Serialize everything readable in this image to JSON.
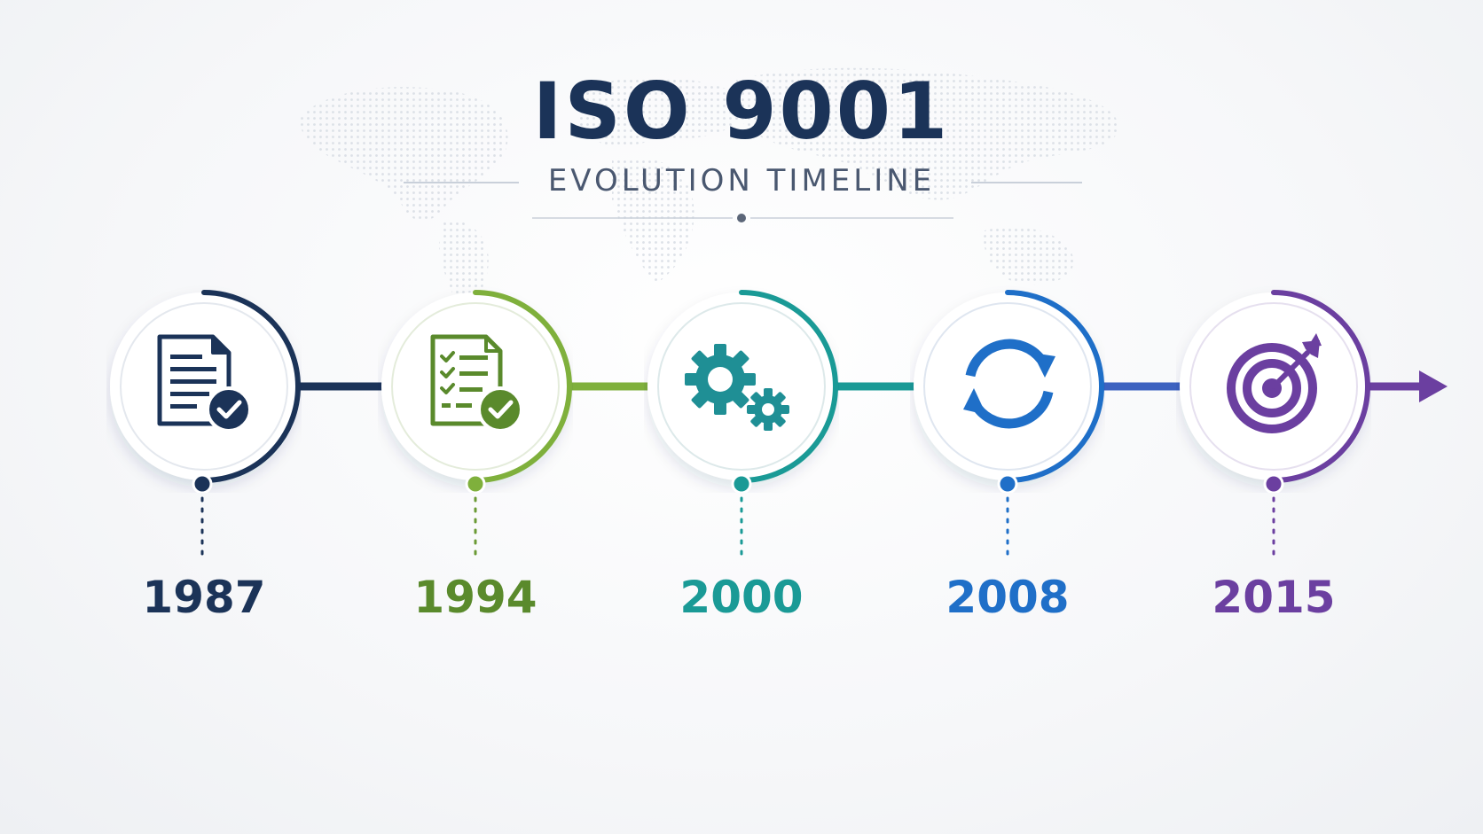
{
  "header": {
    "title": "ISO 9001",
    "subtitle": "EVOLUTION TIMELINE"
  },
  "milestones": [
    {
      "year": "1987",
      "icon": "document-check-icon",
      "color": "#1b3358"
    },
    {
      "year": "1994",
      "icon": "checklist-check-icon",
      "color": "#6a9a34"
    },
    {
      "year": "2000",
      "icon": "gears-icon",
      "color": "#1a9a96"
    },
    {
      "year": "2008",
      "icon": "cycle-arrows-icon",
      "color": "#1f6fc8"
    },
    {
      "year": "2015",
      "icon": "target-arrow-icon",
      "color": "#6b3fa0"
    }
  ]
}
